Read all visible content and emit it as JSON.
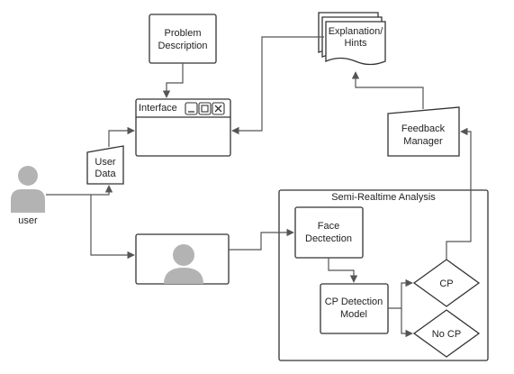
{
  "diagram": {
    "nodes": {
      "problem_description": {
        "line1": "Problem",
        "line2": "Description"
      },
      "explanation_hints": {
        "line1": "Explanation/",
        "line2": "Hints"
      },
      "interface": {
        "title": "Interface"
      },
      "user_data": {
        "line1": "User",
        "line2": "Data"
      },
      "user": {
        "label": "user"
      },
      "feedback_manager": {
        "line1": "Feedback",
        "line2": "Manager"
      },
      "analysis_group": {
        "title": "Semi-Realtime Analysis"
      },
      "face_detection": {
        "line1": "Face",
        "line2": "Dectection"
      },
      "cp_detection_model": {
        "line1": "CP Detection",
        "line2": "Model"
      },
      "cp": {
        "label": "CP"
      },
      "no_cp": {
        "label": "No CP"
      }
    },
    "colors": {
      "stroke": "#333333",
      "person_fill": "#b3b3b3",
      "arrow": "#555555"
    }
  }
}
